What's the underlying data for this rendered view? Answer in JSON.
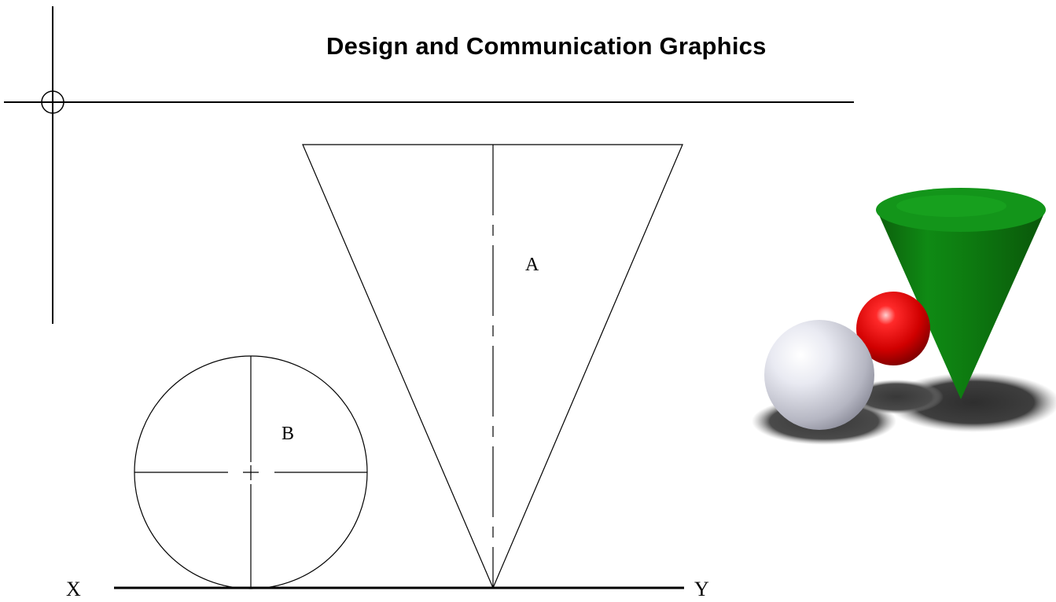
{
  "header": {
    "title": "Design and Communication Graphics"
  },
  "drawing": {
    "labels": {
      "cone": "A",
      "sphere": "B",
      "x_end": "X",
      "y_end": "Y"
    }
  },
  "render": {
    "cone_color": "#0b7a12",
    "small_sphere_color": "#e00000",
    "large_sphere_color": "#dcdde6",
    "shadow_color": "#3c3c3c"
  }
}
